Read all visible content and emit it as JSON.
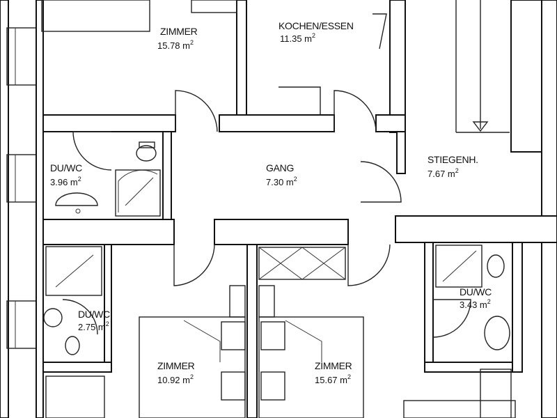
{
  "rooms": [
    {
      "id": "zimmer-top",
      "name": "ZIMMER",
      "area": "15.78 m",
      "unit_exp": "2"
    },
    {
      "id": "kochen",
      "name": "KOCHEN/ESSEN",
      "area": "11.35 m",
      "unit_exp": "2"
    },
    {
      "id": "duwc-left",
      "name": "DU/WC",
      "area": "3.96 m",
      "unit_exp": "2"
    },
    {
      "id": "gang",
      "name": "GANG",
      "area": "7.30 m",
      "unit_exp": "2"
    },
    {
      "id": "stiegenh",
      "name": "STIEGENH.",
      "area": "7.67 m",
      "unit_exp": "2"
    },
    {
      "id": "duwc-right",
      "name": "DU/WC",
      "area": "3.43 m",
      "unit_exp": "2"
    },
    {
      "id": "duwc-small",
      "name": "DU/WC",
      "area": "2.75 m",
      "unit_exp": "2"
    },
    {
      "id": "zimmer-mid",
      "name": "ZIMMER",
      "area": "10.92 m",
      "unit_exp": "2"
    },
    {
      "id": "zimmer-right",
      "name": "ZIMMER",
      "area": "15.67 m",
      "unit_exp": "2"
    }
  ],
  "colors": {
    "line": "#111111",
    "paper": "#ffffff"
  }
}
